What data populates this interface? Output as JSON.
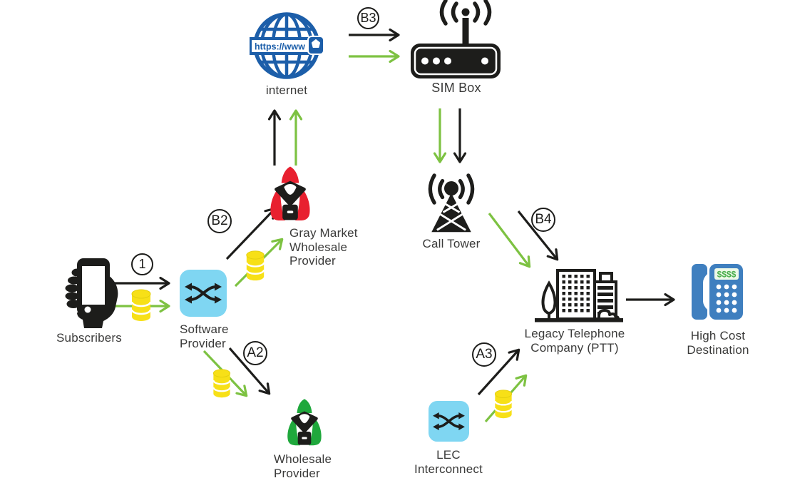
{
  "diagram": {
    "nodes": {
      "internet": {
        "label": "internet"
      },
      "sim_box": {
        "label": "SIM Box"
      },
      "call_tower": {
        "label": "Call Tower"
      },
      "gray_market_wholesale_provider": {
        "lines": [
          "Gray Market",
          "Wholesale",
          "Provider"
        ]
      },
      "subscribers": {
        "label": "Subscribers"
      },
      "software_provider": {
        "lines": [
          "Software",
          "Provider"
        ]
      },
      "wholesale_provider": {
        "lines": [
          "Wholesale",
          "Provider"
        ]
      },
      "lec_interconnect": {
        "lines": [
          "LEC",
          "Interconnect"
        ]
      },
      "legacy_telephone_company": {
        "lines": [
          "Legacy Telephone",
          "Company (PTT)"
        ]
      },
      "high_cost_destination": {
        "lines": [
          "High Cost",
          "Destination"
        ]
      }
    },
    "step_labels": {
      "step1": "1",
      "b2": "B2",
      "b3": "B3",
      "b4": "B4",
      "a2": "A2",
      "a3": "A3"
    },
    "globe_banner_text": "https://www",
    "phone_display_text": "$$$$",
    "colors": {
      "line_black": "#1d1d1b",
      "label_text": "#3a3a39",
      "flow_green": "#7dc242",
      "hood_red": "#e8202f",
      "hood_green": "#1fa83c",
      "database_yellow": "#f7e017",
      "switch_blue": "#7fd6f2",
      "globe_blue": "#1c5ea9",
      "telephone_blue": "#3f7fbf",
      "money_green": "#4aae4c"
    }
  }
}
